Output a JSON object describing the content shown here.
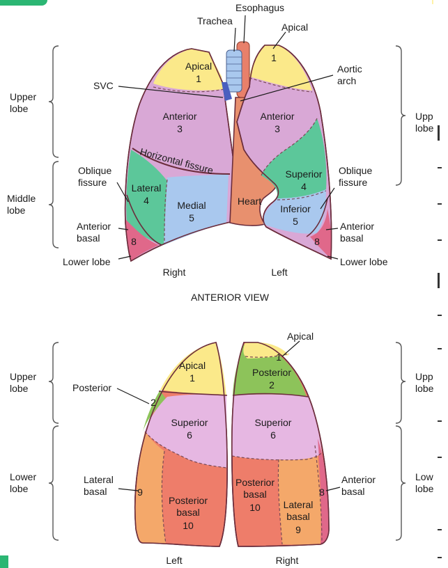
{
  "anterior": {
    "view_title": "ANTERIOR VIEW",
    "side_left": "Right",
    "side_right": "Left",
    "top_labels": {
      "esophagus": "Esophagus",
      "trachea": "Trachea",
      "apical": "Apical",
      "svc": "SVC",
      "aortic_arch": "Aortic arch"
    },
    "left_braces": {
      "upper": "Upper lobe",
      "middle": "Middle lobe"
    },
    "right_braces": {
      "upper": "Upper lobe"
    },
    "left_side_labels": {
      "oblique": "Oblique fissure",
      "anterior_basal": "Anterior basal",
      "lower_lobe": "Lower lobe"
    },
    "right_side_labels": {
      "oblique": "Oblique fissure",
      "anterior_basal": "Anterior basal",
      "lower_lobe": "Lower lobe"
    },
    "right_lung_segments": [
      {
        "name": "Apical",
        "num": "1"
      },
      {
        "name": "Anterior",
        "num": "3"
      },
      {
        "name": "Lateral",
        "num": "4"
      },
      {
        "name": "Medial",
        "num": "5"
      },
      {
        "name": "",
        "num": "8"
      }
    ],
    "fissure": "Horizontal fissure",
    "heart": "Heart",
    "left_lung_segments": [
      {
        "name": "",
        "num": "1"
      },
      {
        "name": "Anterior",
        "num": "3"
      },
      {
        "name": "Superior",
        "num": "4"
      },
      {
        "name": "Inferior",
        "num": "5"
      },
      {
        "name": "",
        "num": "8"
      }
    ]
  },
  "posterior": {
    "side_left": "Left",
    "side_right": "Right",
    "top_label": "Apical",
    "left_braces": {
      "upper": "Upper lobe",
      "lower": "Lower lobe"
    },
    "right_braces": {
      "upper": "Upper lobe",
      "lower": "Lower lobe"
    },
    "left_side_labels": {
      "posterior": "Posterior",
      "lateral_basal": "Lateral basal"
    },
    "right_side_labels": {
      "anterior_basal": "Anterior basal"
    },
    "left_lung_segments": [
      {
        "name": "Apical",
        "num": "1"
      },
      {
        "name": "",
        "num": "2"
      },
      {
        "name": "Superior",
        "num": "6"
      },
      {
        "name": "",
        "num": "9"
      },
      {
        "name": "Posterior basal",
        "num": "10"
      }
    ],
    "right_lung_segments": [
      {
        "name": "",
        "num": "1"
      },
      {
        "name": "Posterior",
        "num": "2"
      },
      {
        "name": "Superior",
        "num": "6"
      },
      {
        "name": "Posterior basal",
        "num": "10"
      },
      {
        "name": "Lateral basal",
        "num": "9"
      },
      {
        "name": "",
        "num": "8"
      }
    ]
  },
  "colors": {
    "apical": "#fbe98a",
    "anterior": "#d9a8d6",
    "lateral_middle": "#5cc79a",
    "medial": "#a9c8ee",
    "anterior_basal": "#e0688a",
    "heart": "#e8906e",
    "posterior": "#8dc35a",
    "superior": "#e6b7e2",
    "lateral_basal": "#f4a86a",
    "posterior_basal": "#ee7d6a",
    "trachea": "#a9c8ee",
    "esophagus": "#e8806a",
    "svc": "#4a5fbf",
    "outline": "#6b2d3c",
    "corner_accent": "#2bb673"
  }
}
